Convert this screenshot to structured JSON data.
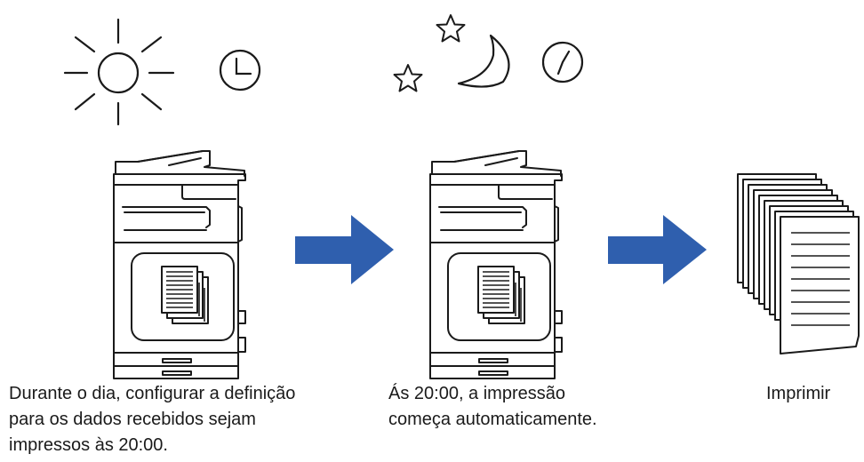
{
  "steps": [
    {
      "caption": [
        "Durante o dia, configurar a definição",
        "para os dados recebidos sejam",
        "impressos às 20:00."
      ]
    },
    {
      "caption": [
        "Ás 20:00, a impressão",
        "começa automaticamente."
      ]
    },
    {
      "caption": [
        "Imprimir"
      ]
    }
  ],
  "colors": {
    "arrow": "#2f5fae",
    "line": "#1a1a1a",
    "background": "#ffffff"
  },
  "icons": [
    "sun-icon",
    "clock-icon",
    "moon-icon",
    "star-icon",
    "printer-icon",
    "document-stack-icon",
    "arrow-right-icon",
    "printed-pages-icon"
  ]
}
